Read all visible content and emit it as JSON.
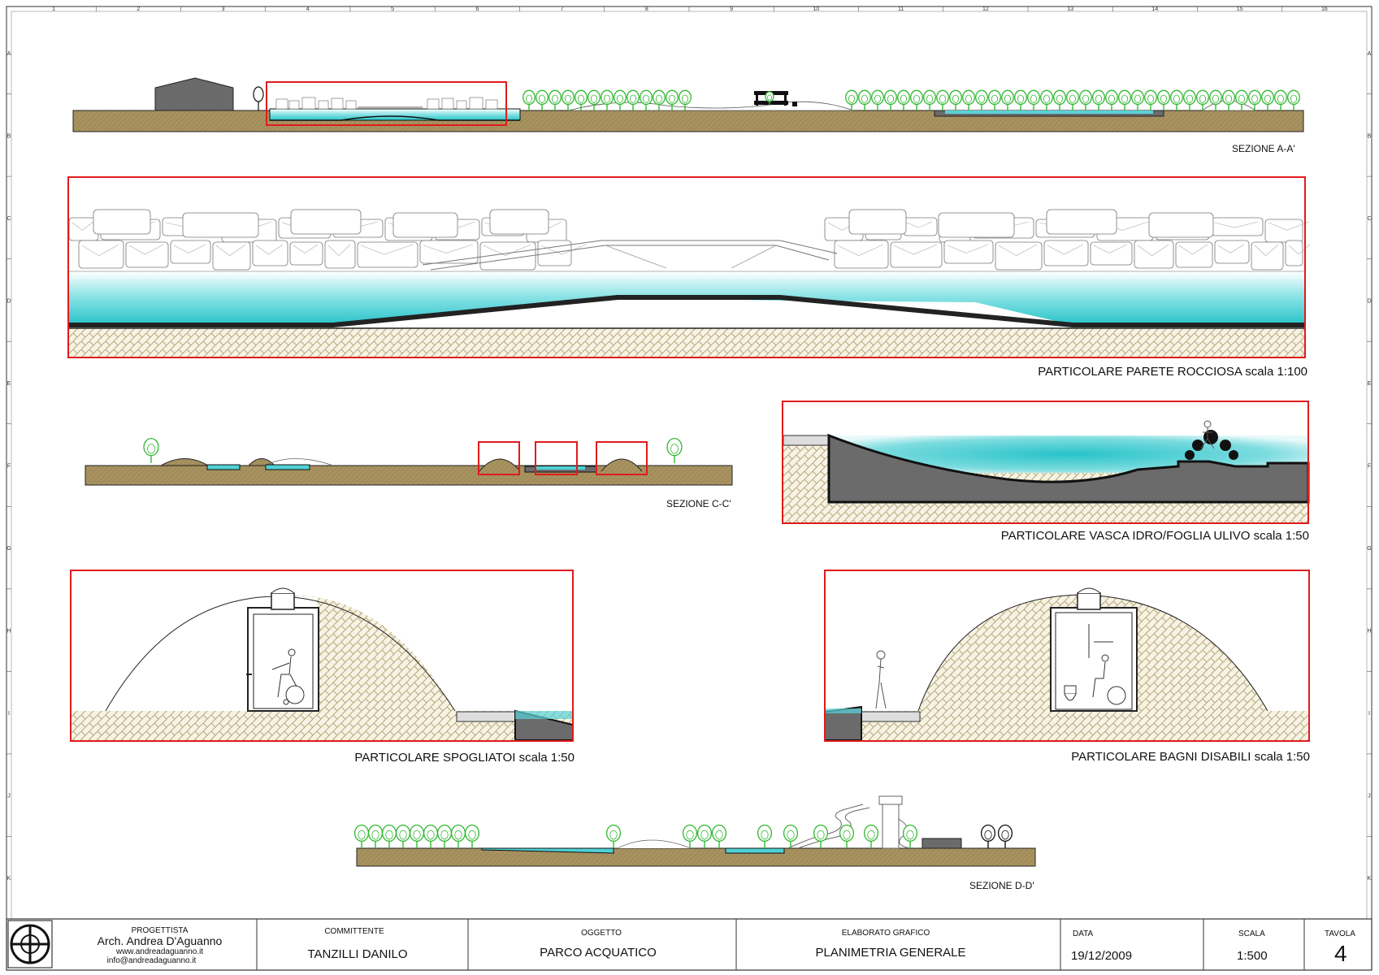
{
  "drawing": {
    "section_labels": {
      "aa": "SEZIONE A-A'",
      "cc": "SEZIONE C-C'",
      "dd": "SEZIONE D-D'"
    },
    "detail_labels": {
      "rock_wall": "PARTICOLARE PARETE ROCCIOSA scala 1:100",
      "hydro_pool": "PARTICOLARE VASCA IDRO/FOGLIA ULIVO scala 1:50",
      "changing_rooms": "PARTICOLARE SPOGLIATOI scala 1:50",
      "disabled_toilets": "PARTICOLARE BAGNI DISABILI scala 1:50"
    },
    "grid_columns": [
      "1",
      "2",
      "3",
      "4",
      "5",
      "6",
      "7",
      "8",
      "9",
      "10",
      "11",
      "12",
      "13",
      "14",
      "15",
      "16"
    ],
    "grid_rows": [
      "A",
      "B",
      "C",
      "D",
      "E",
      "F",
      "G",
      "H",
      "I",
      "J",
      "K"
    ],
    "colors": {
      "ground": "#a89360",
      "water": "#2cc6cc",
      "highlight": "#e01b1b",
      "tree": "#33b833",
      "concrete": "#6b6b6b"
    }
  },
  "title_block": {
    "designer": {
      "heading": "PROGETTISTA",
      "name": "Arch. Andrea D'Aguanno",
      "web": "www.andreadaguanno.it",
      "email": "info@andreadaguanno.it"
    },
    "client": {
      "heading": "COMMITTENTE",
      "value": "TANZILLI DANILO"
    },
    "subject": {
      "heading": "OGGETTO",
      "value": "PARCO ACQUATICO"
    },
    "drawing_title": {
      "heading": "ELABORATO GRAFICO",
      "value": "PLANIMETRIA GENERALE"
    },
    "date": {
      "heading": "DATA",
      "value": "19/12/2009"
    },
    "scale": {
      "heading": "SCALA",
      "value": "1:500"
    },
    "sheet": {
      "heading": "TAVOLA",
      "value": "4"
    }
  }
}
